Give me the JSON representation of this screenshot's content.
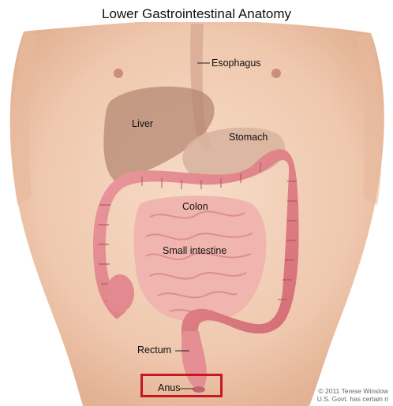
{
  "title": "Lower Gastrointestinal Anatomy",
  "labels": {
    "esophagus": "Esophagus",
    "liver": "Liver",
    "stomach": "Stomach",
    "colon": "Colon",
    "small_intestine": "Small intestine",
    "rectum": "Rectum",
    "anus": "Anus"
  },
  "copyright": {
    "line1": "© 2011 Terese Winslow",
    "line2": "U.S. Govt. has certain ri"
  },
  "highlight": {
    "target": "anus",
    "color": "#c8171e"
  },
  "colors": {
    "skin": "#f3d3bd",
    "liver": "#b48670",
    "stomach": "#d9b7a1",
    "colon": "#e2868c",
    "small_intestine": "#f0b6b0"
  }
}
